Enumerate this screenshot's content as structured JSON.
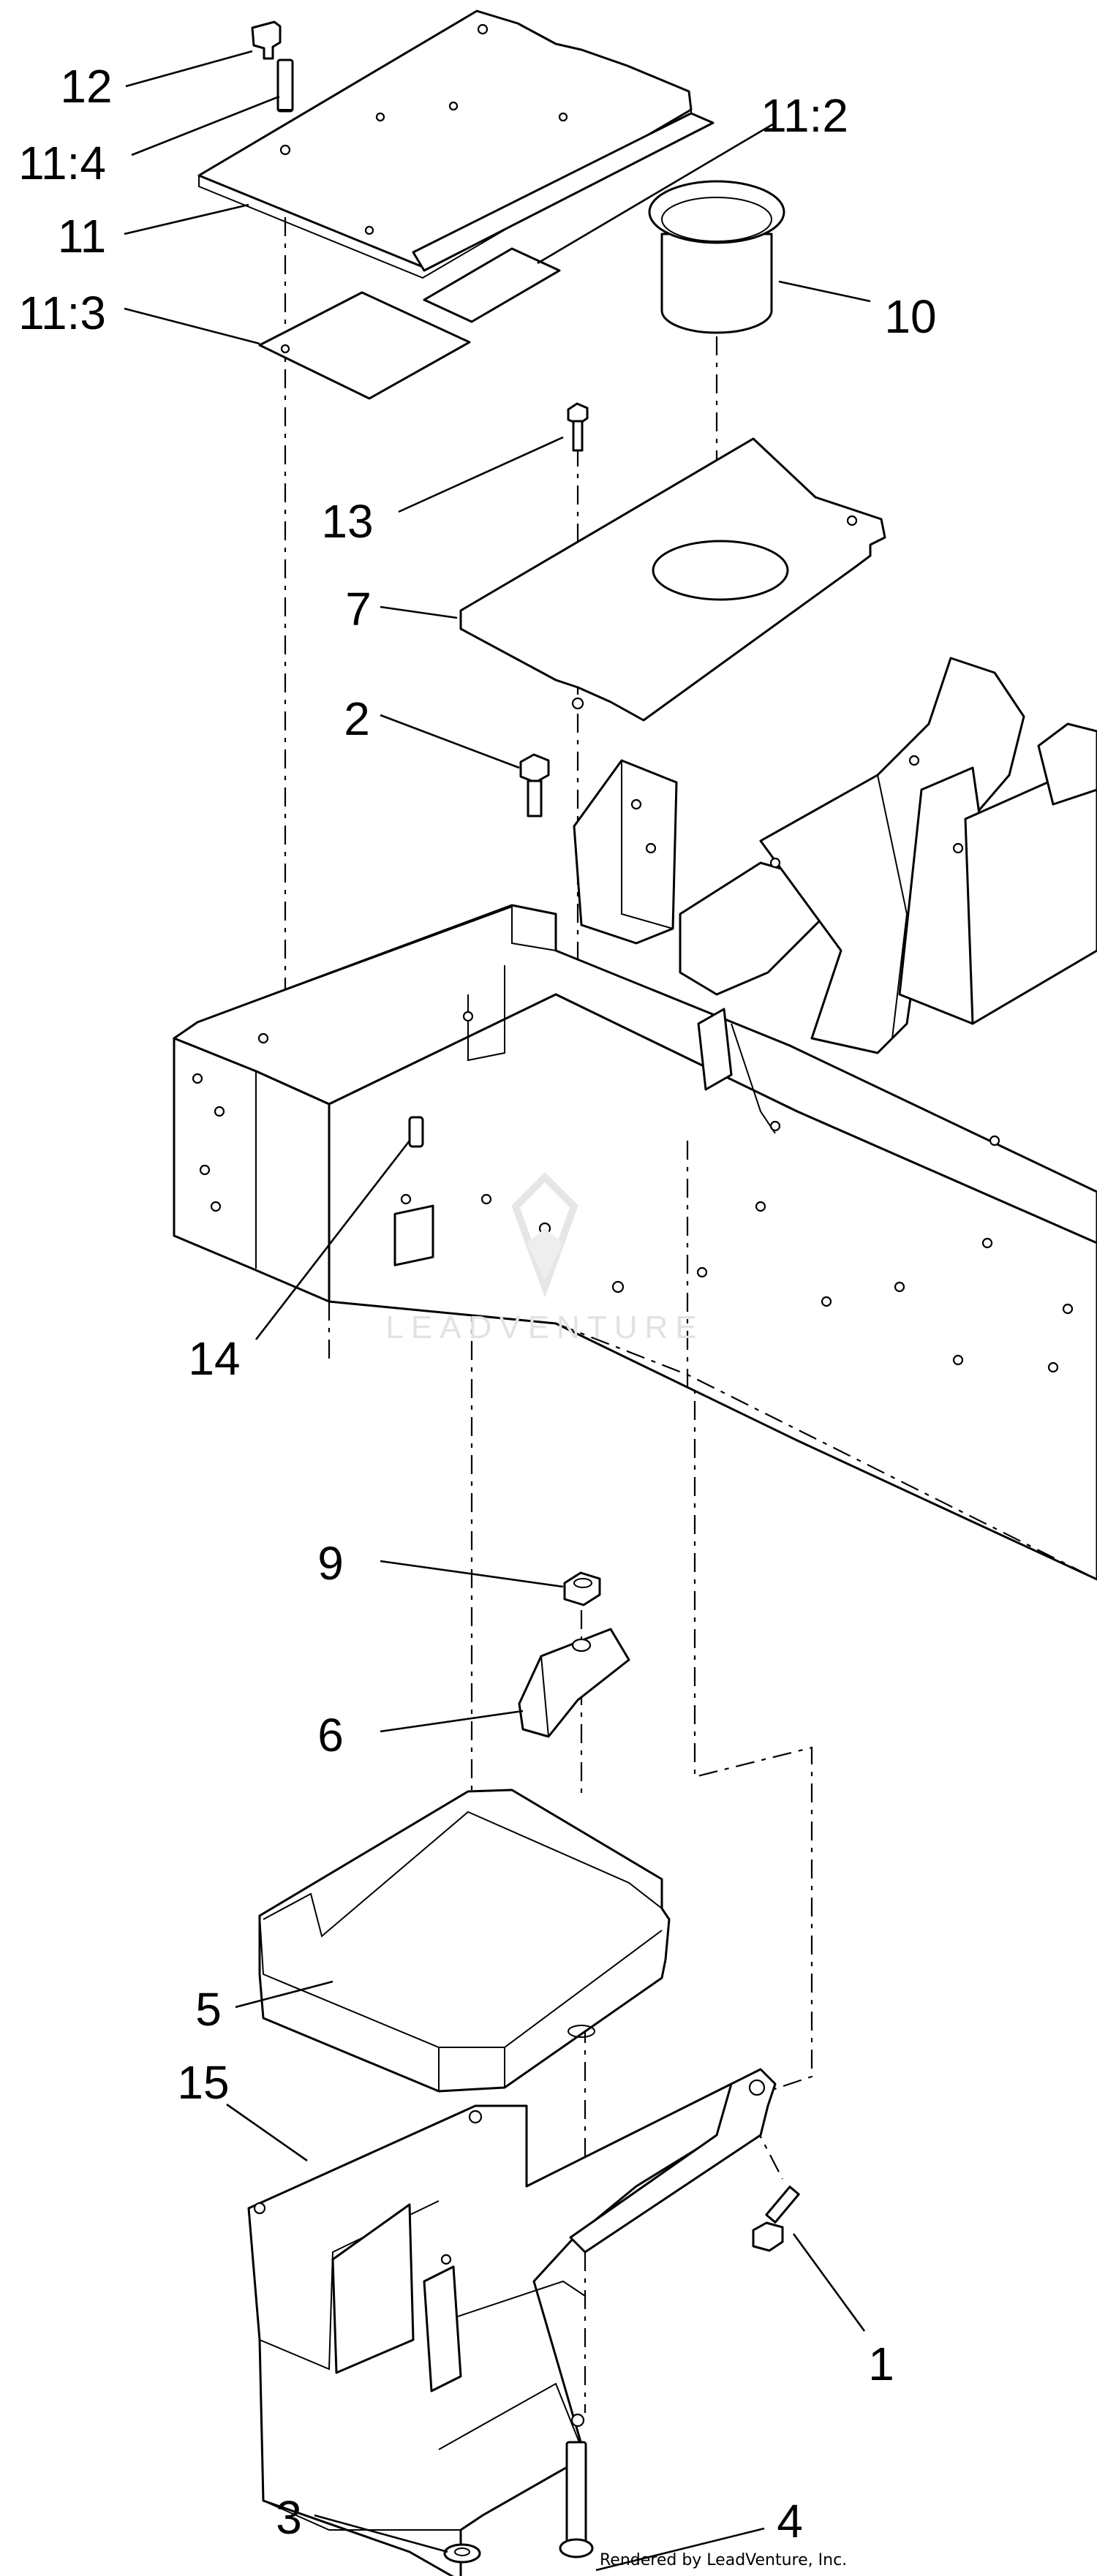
{
  "callouts": [
    {
      "label": "12"
    },
    {
      "label": "11:4"
    },
    {
      "label": "11"
    },
    {
      "label": "11:3"
    },
    {
      "label": "11:2"
    },
    {
      "label": "10"
    },
    {
      "label": "13"
    },
    {
      "label": "7"
    },
    {
      "label": "2"
    },
    {
      "label": "14"
    },
    {
      "label": "9"
    },
    {
      "label": "6"
    },
    {
      "label": "5"
    },
    {
      "label": "15"
    },
    {
      "label": "1"
    },
    {
      "label": "3"
    },
    {
      "label": "4"
    }
  ],
  "watermark": {
    "text": "LEADVENTURE"
  },
  "credit": {
    "text": "Rendered by LeadVenture, Inc."
  },
  "colors": {
    "line": "#000000",
    "background": "#ffffff",
    "watermark": "#e2e2e2"
  }
}
